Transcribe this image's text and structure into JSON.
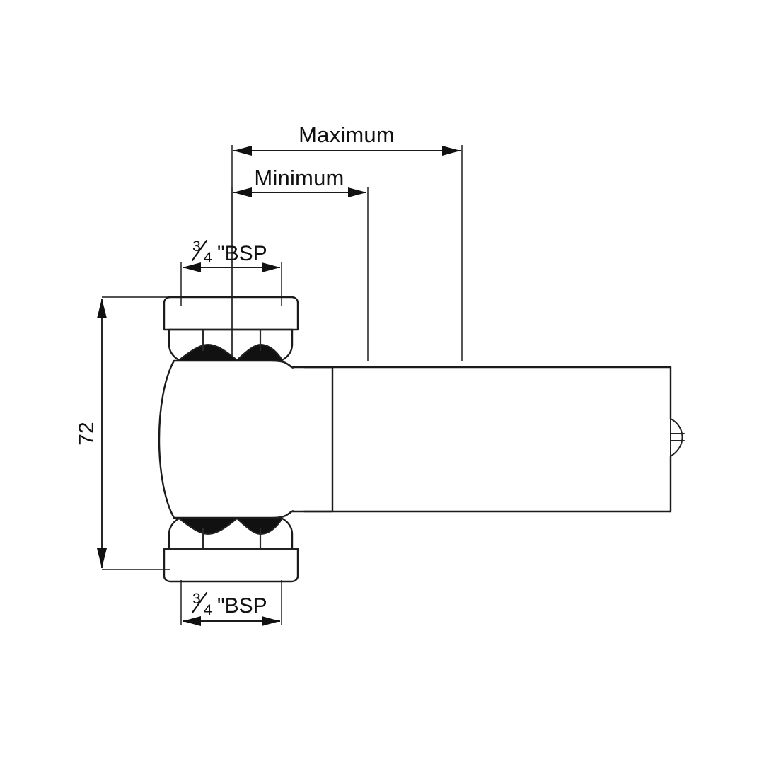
{
  "drawing": {
    "title": "Valve body technical dimension drawing",
    "background_color": "#ffffff",
    "line_color": "#1b1b1b",
    "dimensions": {
      "maximum": {
        "label": "Maximum",
        "name": "maximum-dimension"
      },
      "minimum": {
        "label": "Minimum",
        "name": "minimum-dimension"
      },
      "height": {
        "label": "72",
        "name": "height-dimension",
        "orientation": "vertical"
      },
      "thread_top": {
        "numerator": "3",
        "denominator": "4",
        "suffix": "\"BSP",
        "label": "¾ \"BSP",
        "name": "top-thread-dimension"
      },
      "thread_bottom": {
        "numerator": "3",
        "denominator": "4",
        "suffix": "\"BSP",
        "label": "¾ \"BSP",
        "name": "bottom-thread-dimension"
      }
    },
    "parts": {
      "top_nut": "top-hex-nut",
      "bottom_nut": "bottom-hex-nut",
      "top_cap": "top-cap-ring",
      "bottom_cap": "bottom-cap-ring",
      "valve_body": "valve-body",
      "spout_barrel": "spout-barrel",
      "side_screw": "side-screw-detail"
    }
  }
}
